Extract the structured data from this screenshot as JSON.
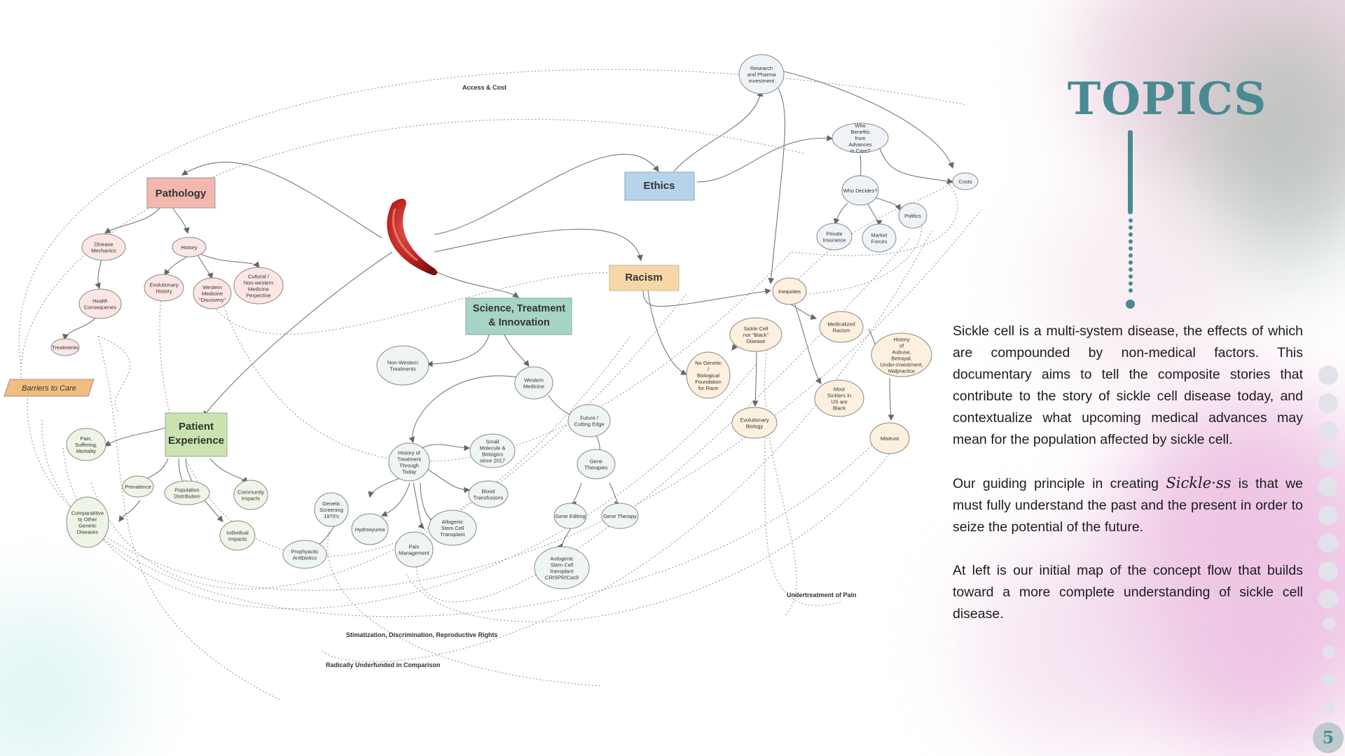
{
  "slide": {
    "title": "TOPICS",
    "paragraph_1": "Sickle cell is a multi-system disease, the effects of which are compounded by non-medical factors.  This documentary aims to tell the composite stories that contribute to the story of sickle cell disease today, and contextualize what upcoming medical advances may mean for the population affected by sickle cell.",
    "paragraph_2_before": "Our guiding principle in creating ",
    "paragraph_2_film": "Sickle·ss",
    "paragraph_2_after": " is that we must fully understand the past and the present in order to seize the potential of the future.",
    "paragraph_3": "At left is our initial map of the concept flow that builds toward a more complete understanding of sickle cell disease.",
    "page_number": "5",
    "accent_color": "#4a8a93"
  },
  "concept_map": {
    "main_nodes": [
      {
        "id": "pathology",
        "label": "Pathology",
        "color": "#f3b7ae"
      },
      {
        "id": "ethics",
        "label": "Ethics",
        "color": "#b6d3ec"
      },
      {
        "id": "racism",
        "label": "Racism",
        "color": "#f7d7a8"
      },
      {
        "id": "science",
        "label": "Science, Treatment & Innovation",
        "color": "#a6d4c6"
      },
      {
        "id": "patient",
        "label": "Patient Experience",
        "color": "#cbe3ae"
      }
    ],
    "barrier_label": "Barriers to Care",
    "subnodes": [
      {
        "id": "disease_mech",
        "label": "Disease Mechanics"
      },
      {
        "id": "history",
        "label": "History"
      },
      {
        "id": "health_conseq",
        "label": "Health Consequenes"
      },
      {
        "id": "evo_history",
        "label": "Evolutionary History"
      },
      {
        "id": "western_disc",
        "label": "Western Medicine \"Discovery\""
      },
      {
        "id": "cultural",
        "label": "Cultural / Non-western Medicine Perpective"
      },
      {
        "id": "treatments",
        "label": "Treatments"
      },
      {
        "id": "pain",
        "label": "Pain, Suffering, Mortality"
      },
      {
        "id": "prevalence",
        "label": "Prevalence"
      },
      {
        "id": "pop_dist",
        "label": "Population Distribution"
      },
      {
        "id": "community",
        "label": "Community Impacts"
      },
      {
        "id": "individual",
        "label": "Individual Impacts"
      },
      {
        "id": "compare",
        "label": "Comparatitive to Other Genetic Diseases"
      },
      {
        "id": "non_western",
        "label": "Non-Western Treatments"
      },
      {
        "id": "western_med",
        "label": "Western Medicine"
      },
      {
        "id": "history_treat",
        "label": "History of Treatment Through Today"
      },
      {
        "id": "small_mol",
        "label": "Small Molecule & Biologics since 2017"
      },
      {
        "id": "blood",
        "label": "Blood Transfusions"
      },
      {
        "id": "future",
        "label": "Future / Cutting Edge"
      },
      {
        "id": "gene_ther",
        "label": "Gene Therapies"
      },
      {
        "id": "gene_edit",
        "label": "Gene Editing"
      },
      {
        "id": "gene_therapy",
        "label": "Gene Therapy"
      },
      {
        "id": "autogenic",
        "label": "Autogenic Stem Cell transplant CRISPR/Cas9"
      },
      {
        "id": "genetic_screen",
        "label": "Genetic Screening 1970's"
      },
      {
        "id": "hydroxyurea",
        "label": "Hydroxyurea"
      },
      {
        "id": "allogenic",
        "label": "Allogenic Stem Cell Transplant"
      },
      {
        "id": "pain_mgmt",
        "label": "Pain Management"
      },
      {
        "id": "prophylactic",
        "label": "Prophyactic Antibiotics"
      },
      {
        "id": "research",
        "label": "Research and Pharma investment"
      },
      {
        "id": "who_benefits",
        "label": "Who Benefits from Advances in Care?"
      },
      {
        "id": "who_decides",
        "label": "Who Decides?"
      },
      {
        "id": "costs",
        "label": "Costs"
      },
      {
        "id": "politics",
        "label": "Politics"
      },
      {
        "id": "private_ins",
        "label": "Private Insurance"
      },
      {
        "id": "market",
        "label": "Market Forces"
      },
      {
        "id": "inequities",
        "label": "Inequities"
      },
      {
        "id": "med_racism",
        "label": "Medicalized Racism"
      },
      {
        "id": "abuse",
        "label": "History of Aubuse, Betrayal, Under-investment, Malpractice"
      },
      {
        "id": "not_black",
        "label": "Sickle Cell not \"Black\" Disease"
      },
      {
        "id": "no_genetic",
        "label": "No Genetic / Biological Foundation for Race"
      },
      {
        "id": "evo_bio",
        "label": "Evolutionary Biology"
      },
      {
        "id": "most_sicklers",
        "label": "Most Sicklers in US are Black"
      },
      {
        "id": "mistrust",
        "label": "Mistrust"
      }
    ],
    "edge_labels": [
      {
        "id": "access",
        "label": "Access & Cost"
      },
      {
        "id": "under_pain",
        "label": "Undertreatment of Pain"
      },
      {
        "id": "stigma",
        "label": "Stimatization, Discrimination, Reproductive Rights"
      },
      {
        "id": "underfund",
        "label": "Radically Underfunded in Comparison"
      }
    ]
  }
}
